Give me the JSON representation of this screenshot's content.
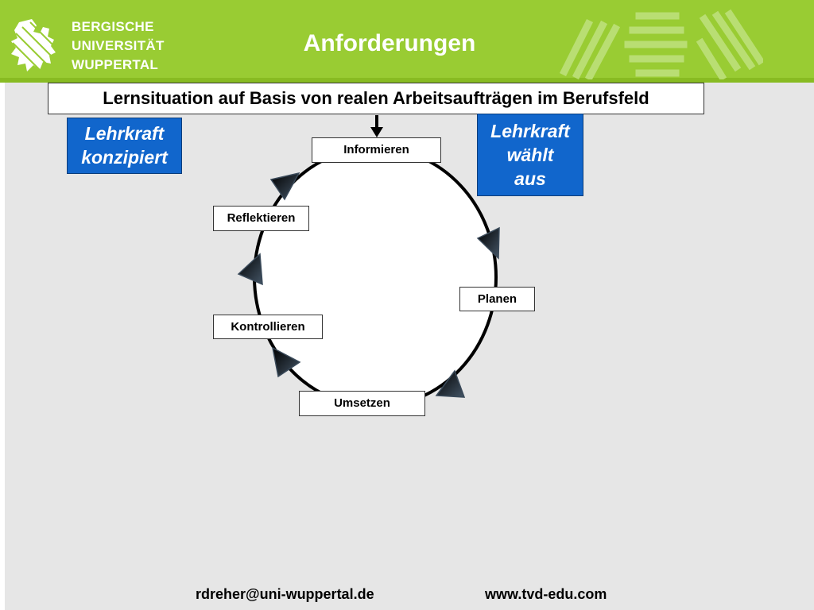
{
  "header": {
    "logo_lines": [
      "BERGISCHE",
      "UNIVERSITÄT",
      "WUPPERTAL"
    ],
    "title": "Anforderungen"
  },
  "banner": "Lernsituation auf Basis von realen Arbeitsaufträgen im Berufsfeld",
  "left_box": {
    "lines": [
      "Lehrkraft",
      "konzipiert"
    ]
  },
  "right_box": {
    "lines": [
      "Lehrkraft",
      "wählt",
      "aus"
    ]
  },
  "cycle": {
    "stages": [
      "Informieren",
      "Planen",
      "Umsetzen",
      "Kontrollieren",
      "Reflektieren"
    ]
  },
  "footer": {
    "email": "rdreher@uni-wuppertal.de",
    "website": "www.tvd-edu.com"
  },
  "colors": {
    "header_green": "#99cc33",
    "content_gray": "#e6e6e6",
    "box_blue": "#1166cc"
  }
}
